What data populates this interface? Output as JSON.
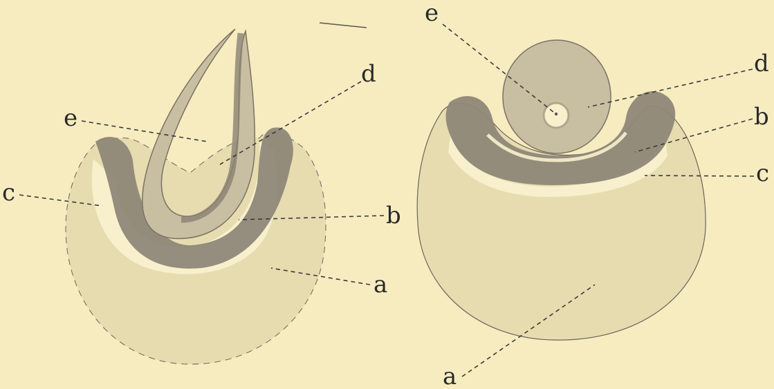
{
  "left_figure": {
    "labels": {
      "a": "a",
      "b": "b",
      "c": "c",
      "d": "d",
      "e": "e"
    }
  },
  "right_figure": {
    "labels": {
      "a": "a",
      "b": "b",
      "c": "c",
      "d": "d",
      "e": "e"
    }
  },
  "colors": {
    "paper": "#f6ecc0",
    "yolk": "#e6dcb0",
    "amnion_dark": "#8f8778",
    "embryo": "#c8bea2",
    "cavity": "#f8f0cc",
    "outline": "#6a6458"
  }
}
